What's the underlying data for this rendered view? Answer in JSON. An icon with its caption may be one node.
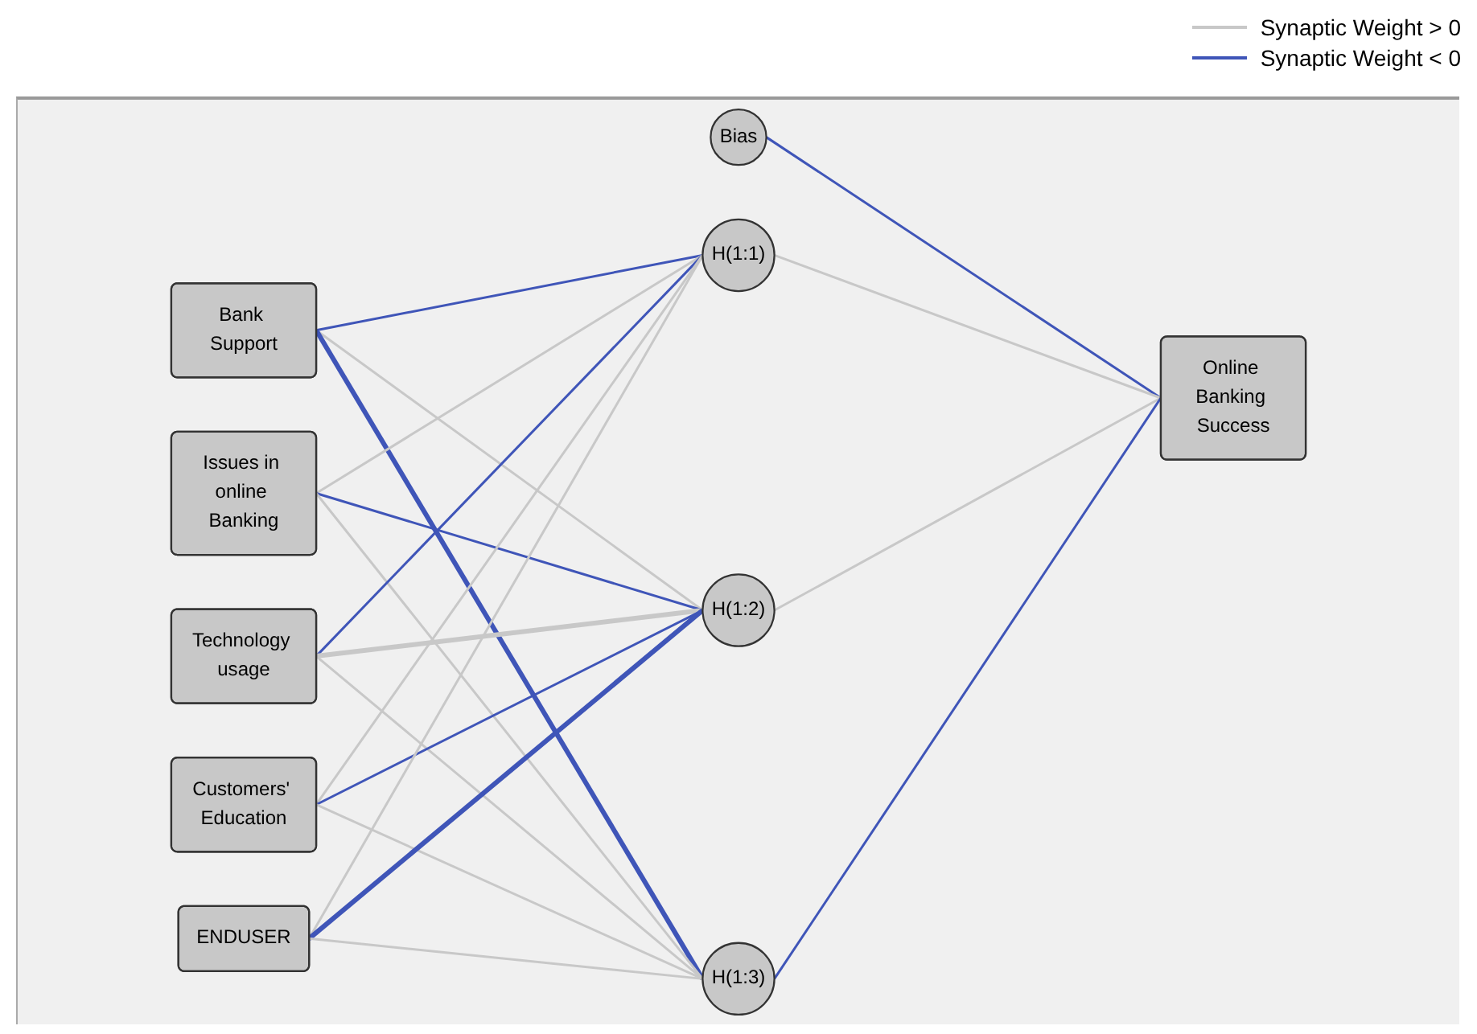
{
  "diagram": {
    "nodes": [
      {
        "text": [
          "Bank Support"
        ]
      },
      {
        "text": [
          "Issues in online Banking"
        ]
      },
      {
        "text": [
          "Technology usage"
        ]
      },
      {
        "text": [
          "Customers' Education"
        ]
      },
      {
        "text": [
          "ENDUSER"
        ]
      },
      {
        "text": [
          "Bias"
        ]
      },
      {
        "text": [
          "H(1:1)"
        ]
      },
      {
        "text": [
          "H(1:2)"
        ]
      },
      {
        "text": [
          "H(1:3)"
        ]
      },
      {
        "text": [
          "Online Banking Success"
        ]
      }
    ],
    "edges": [
      {
        "from": 0,
        "to": 6,
        "arrow": "none",
        "color": "#3f55b8"
      },
      {
        "from": 0,
        "to": 7,
        "arrow": "none"
      },
      {
        "from": 0,
        "to": 8,
        "arrow": "none",
        "style": "thick",
        "color": "#3f55b8"
      },
      {
        "from": 1,
        "to": 6,
        "arrow": "none"
      },
      {
        "from": 1,
        "to": 7,
        "arrow": "none",
        "color": "#3f55b8"
      },
      {
        "from": 1,
        "to": 8,
        "arrow": "none"
      },
      {
        "from": 2,
        "to": 6,
        "arrow": "none",
        "color": "#3f55b8"
      },
      {
        "from": 2,
        "to": 7,
        "arrow": "none",
        "style": "thick"
      },
      {
        "from": 2,
        "to": 8,
        "arrow": "none"
      },
      {
        "from": 3,
        "to": 6,
        "arrow": "none"
      },
      {
        "from": 3,
        "to": 7,
        "arrow": "none",
        "color": "#3f55b8"
      },
      {
        "from": 3,
        "to": 8,
        "arrow": "none"
      },
      {
        "from": 4,
        "to": 6,
        "arrow": "none"
      },
      {
        "from": 4,
        "to": 7,
        "arrow": "none",
        "style": "thick",
        "color": "#3f55b8"
      },
      {
        "from": 4,
        "to": 8,
        "arrow": "none"
      },
      {
        "from": 5,
        "to": 9,
        "arrow": "none",
        "color": "#3f55b8"
      },
      {
        "from": 6,
        "to": 9,
        "arrow": "none"
      },
      {
        "from": 7,
        "to": 9,
        "arrow": "none"
      },
      {
        "from": 8,
        "to": 9,
        "arrow": "none",
        "color": "#3f55b8"
      }
    ],
    "legend": [
      {
        "text": "Synaptic Weight > 0"
      },
      {
        "text": "Synaptic Weight < 0"
      }
    ]
  }
}
